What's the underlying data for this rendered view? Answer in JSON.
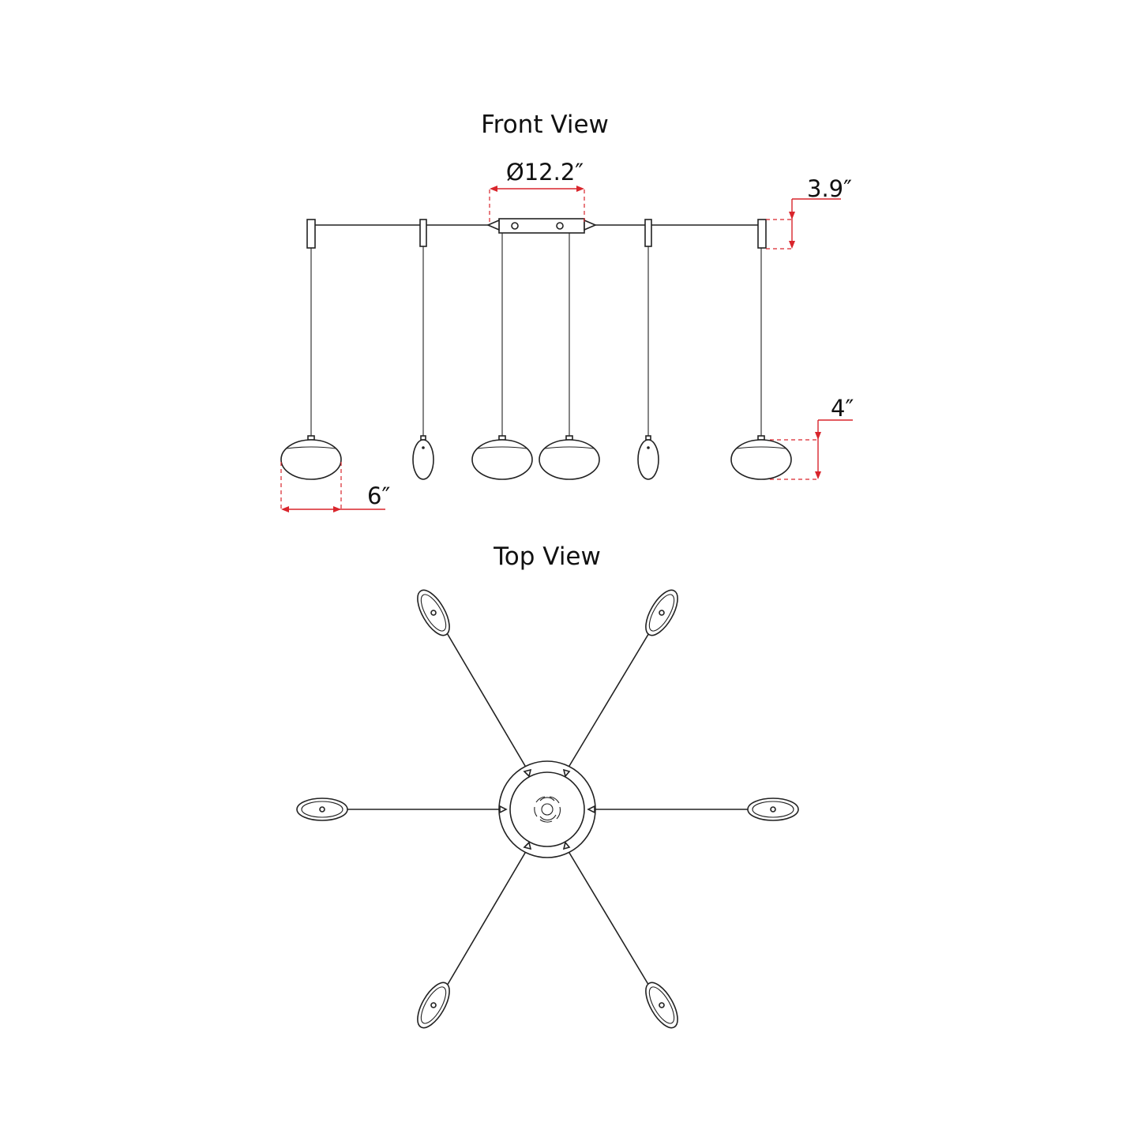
{
  "front_view": {
    "title": "Front View",
    "canopy_dimension": "Ø12.2″",
    "bracket_height_dimension": "3.9″",
    "shade_height_dimension": "4″",
    "shade_width_dimension": "6″"
  },
  "top_view": {
    "title": "Top View"
  },
  "colors": {
    "line": "#222222",
    "dimension": "#d9252c"
  }
}
